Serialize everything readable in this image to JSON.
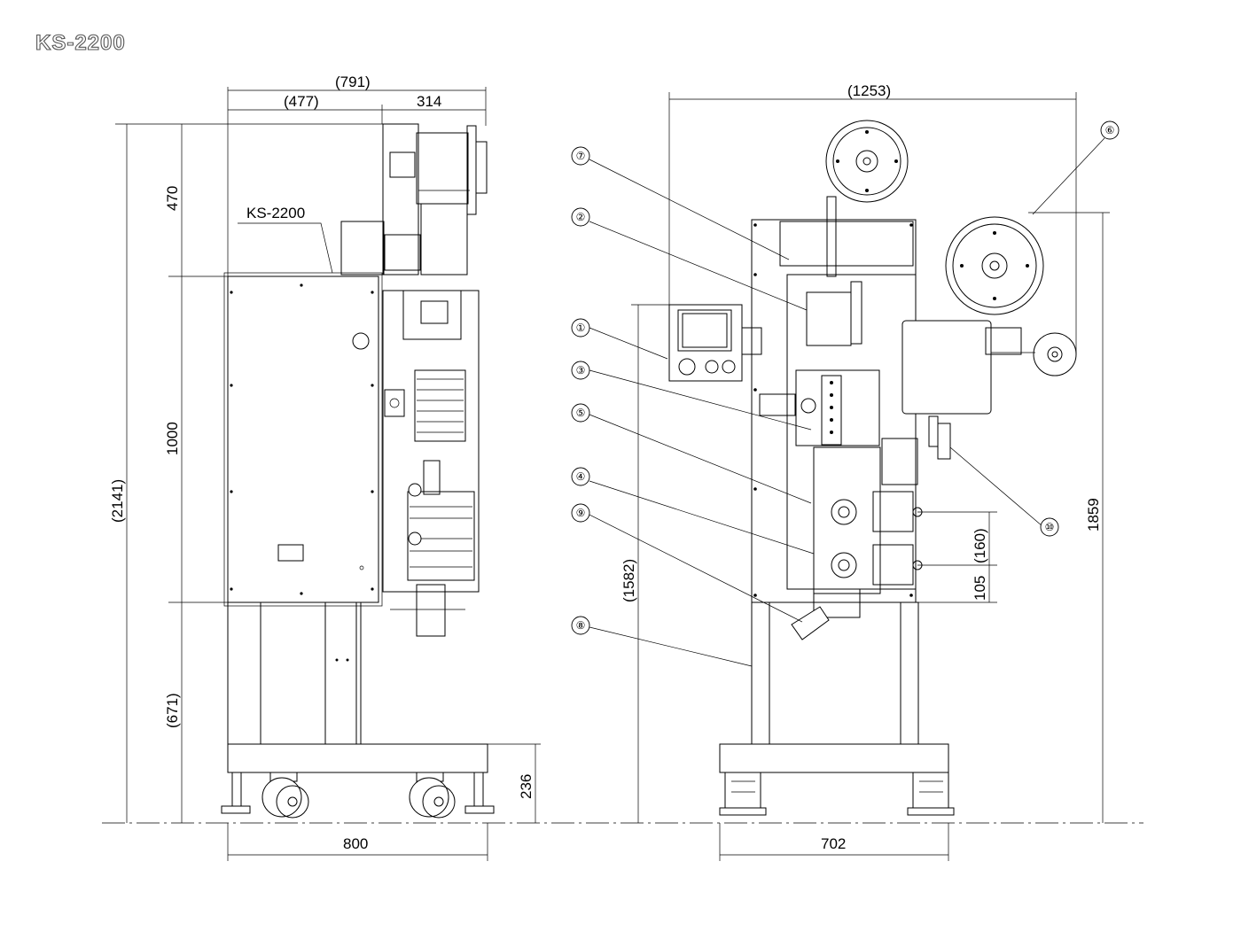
{
  "title": "KS-2200",
  "left_view": {
    "model_label": "KS-2200",
    "dims": {
      "overall_width": "(791)",
      "front_width": "(477)",
      "rear_width": "314",
      "total_height": "(2141)",
      "upper_height": "470",
      "body_height": "1000",
      "stand_height": "(671)",
      "base_height": "236",
      "base_width": "800"
    }
  },
  "right_view": {
    "dims": {
      "overall_width": "(1253)",
      "panel_height": "(1582)",
      "total_height": "1859",
      "roller_pitch": "(160)",
      "lower_offset": "105",
      "base_width": "702"
    }
  },
  "callouts": [
    "①",
    "②",
    "③",
    "④",
    "⑤",
    "⑥",
    "⑦",
    "⑧",
    "⑨",
    "⑩"
  ]
}
